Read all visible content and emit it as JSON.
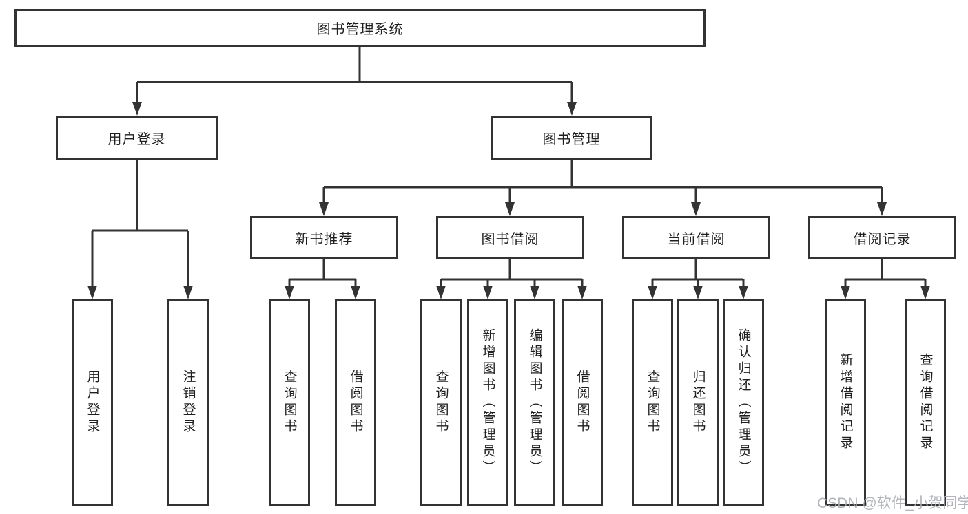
{
  "diagram_title": "图书管理系统",
  "tree": {
    "label": "图书管理系统",
    "children": [
      {
        "label": "用户登录",
        "children": [
          {
            "label": "用户登录"
          },
          {
            "label": "注销登录"
          }
        ]
      },
      {
        "label": "图书管理",
        "children": [
          {
            "label": "新书推荐",
            "children": [
              {
                "label": "查询图书"
              },
              {
                "label": "借阅图书"
              }
            ]
          },
          {
            "label": "图书借阅",
            "children": [
              {
                "label": "查询图书"
              },
              {
                "label": "新增图书（管理员）"
              },
              {
                "label": "编辑图书（管理员）"
              },
              {
                "label": "借阅图书"
              }
            ]
          },
          {
            "label": "当前借阅",
            "children": [
              {
                "label": "查询图书"
              },
              {
                "label": "归还图书"
              },
              {
                "label": "确认归还（管理员）"
              }
            ]
          },
          {
            "label": "借阅记录",
            "children": [
              {
                "label": "新增借阅记录"
              },
              {
                "label": "查询借阅记录"
              }
            ]
          }
        ]
      }
    ]
  },
  "watermark": {
    "text": "CSDN @软件_小贺同学"
  },
  "colors": {
    "background": "#ffffff",
    "box_border": "#333333",
    "connector_line": "#333333",
    "text": "#1f1f1f",
    "watermark": "#aaadb4"
  }
}
